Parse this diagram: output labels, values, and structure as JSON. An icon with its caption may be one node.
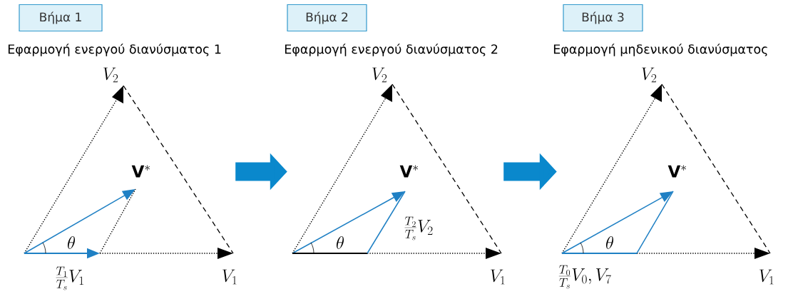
{
  "diagram": {
    "nodes": [
      {
        "text": [
          "Βήμα 1"
        ],
        "beside": [
          "Εφαρμογή ενεργού διανύσματος 1"
        ]
      },
      {
        "text": [
          "Βήμα 2"
        ],
        "beside": [
          "Εφαρμογή ενεργού διανύσματος 2"
        ]
      },
      {
        "text": [
          "Βήμα 3"
        ],
        "beside": [
          "Εφαρμογή μηδενικού διανύσματος"
        ]
      },
      {
        "text": [],
        "shape": "picture"
      },
      {
        "text": [],
        "shape": "picture"
      },
      {
        "text": [],
        "shape": "picture"
      }
    ],
    "edges": [
      {
        "from": 3,
        "to": 4,
        "arrow": "to"
      },
      {
        "from": 4,
        "to": 5,
        "arrow": "to"
      }
    ],
    "labels": [
      "V_2",
      "\\mathbf{V}^{*}",
      "\\theta",
      "\\frac{T_1}{T_s}V_1",
      "V_1",
      "V_2",
      "\\mathbf{V}^{*}",
      "\\frac{T_2}{T_s}V_2",
      "\\theta",
      "V_1",
      "V_2",
      "\\mathbf{V}^{*}",
      "\\theta",
      "\\frac{T_0}{T_s}V_0,V_7",
      "V_1"
    ]
  }
}
